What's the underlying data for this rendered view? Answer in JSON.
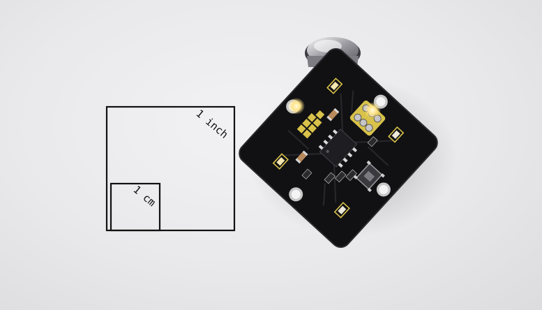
{
  "scale": {
    "inch_label": "1 inch",
    "cm_label": "1 cm"
  },
  "colors": {
    "paper": "#ebebed",
    "pcb": "#111114",
    "gold_pad": "#d8c24a",
    "led_glow": "#fff2b0",
    "line": "#111111"
  },
  "objects": {
    "board": "pcb-board",
    "pin": "tie-tack-pin",
    "chip": "ic-chip",
    "switch": "slide-switch",
    "header": "pin-header"
  }
}
